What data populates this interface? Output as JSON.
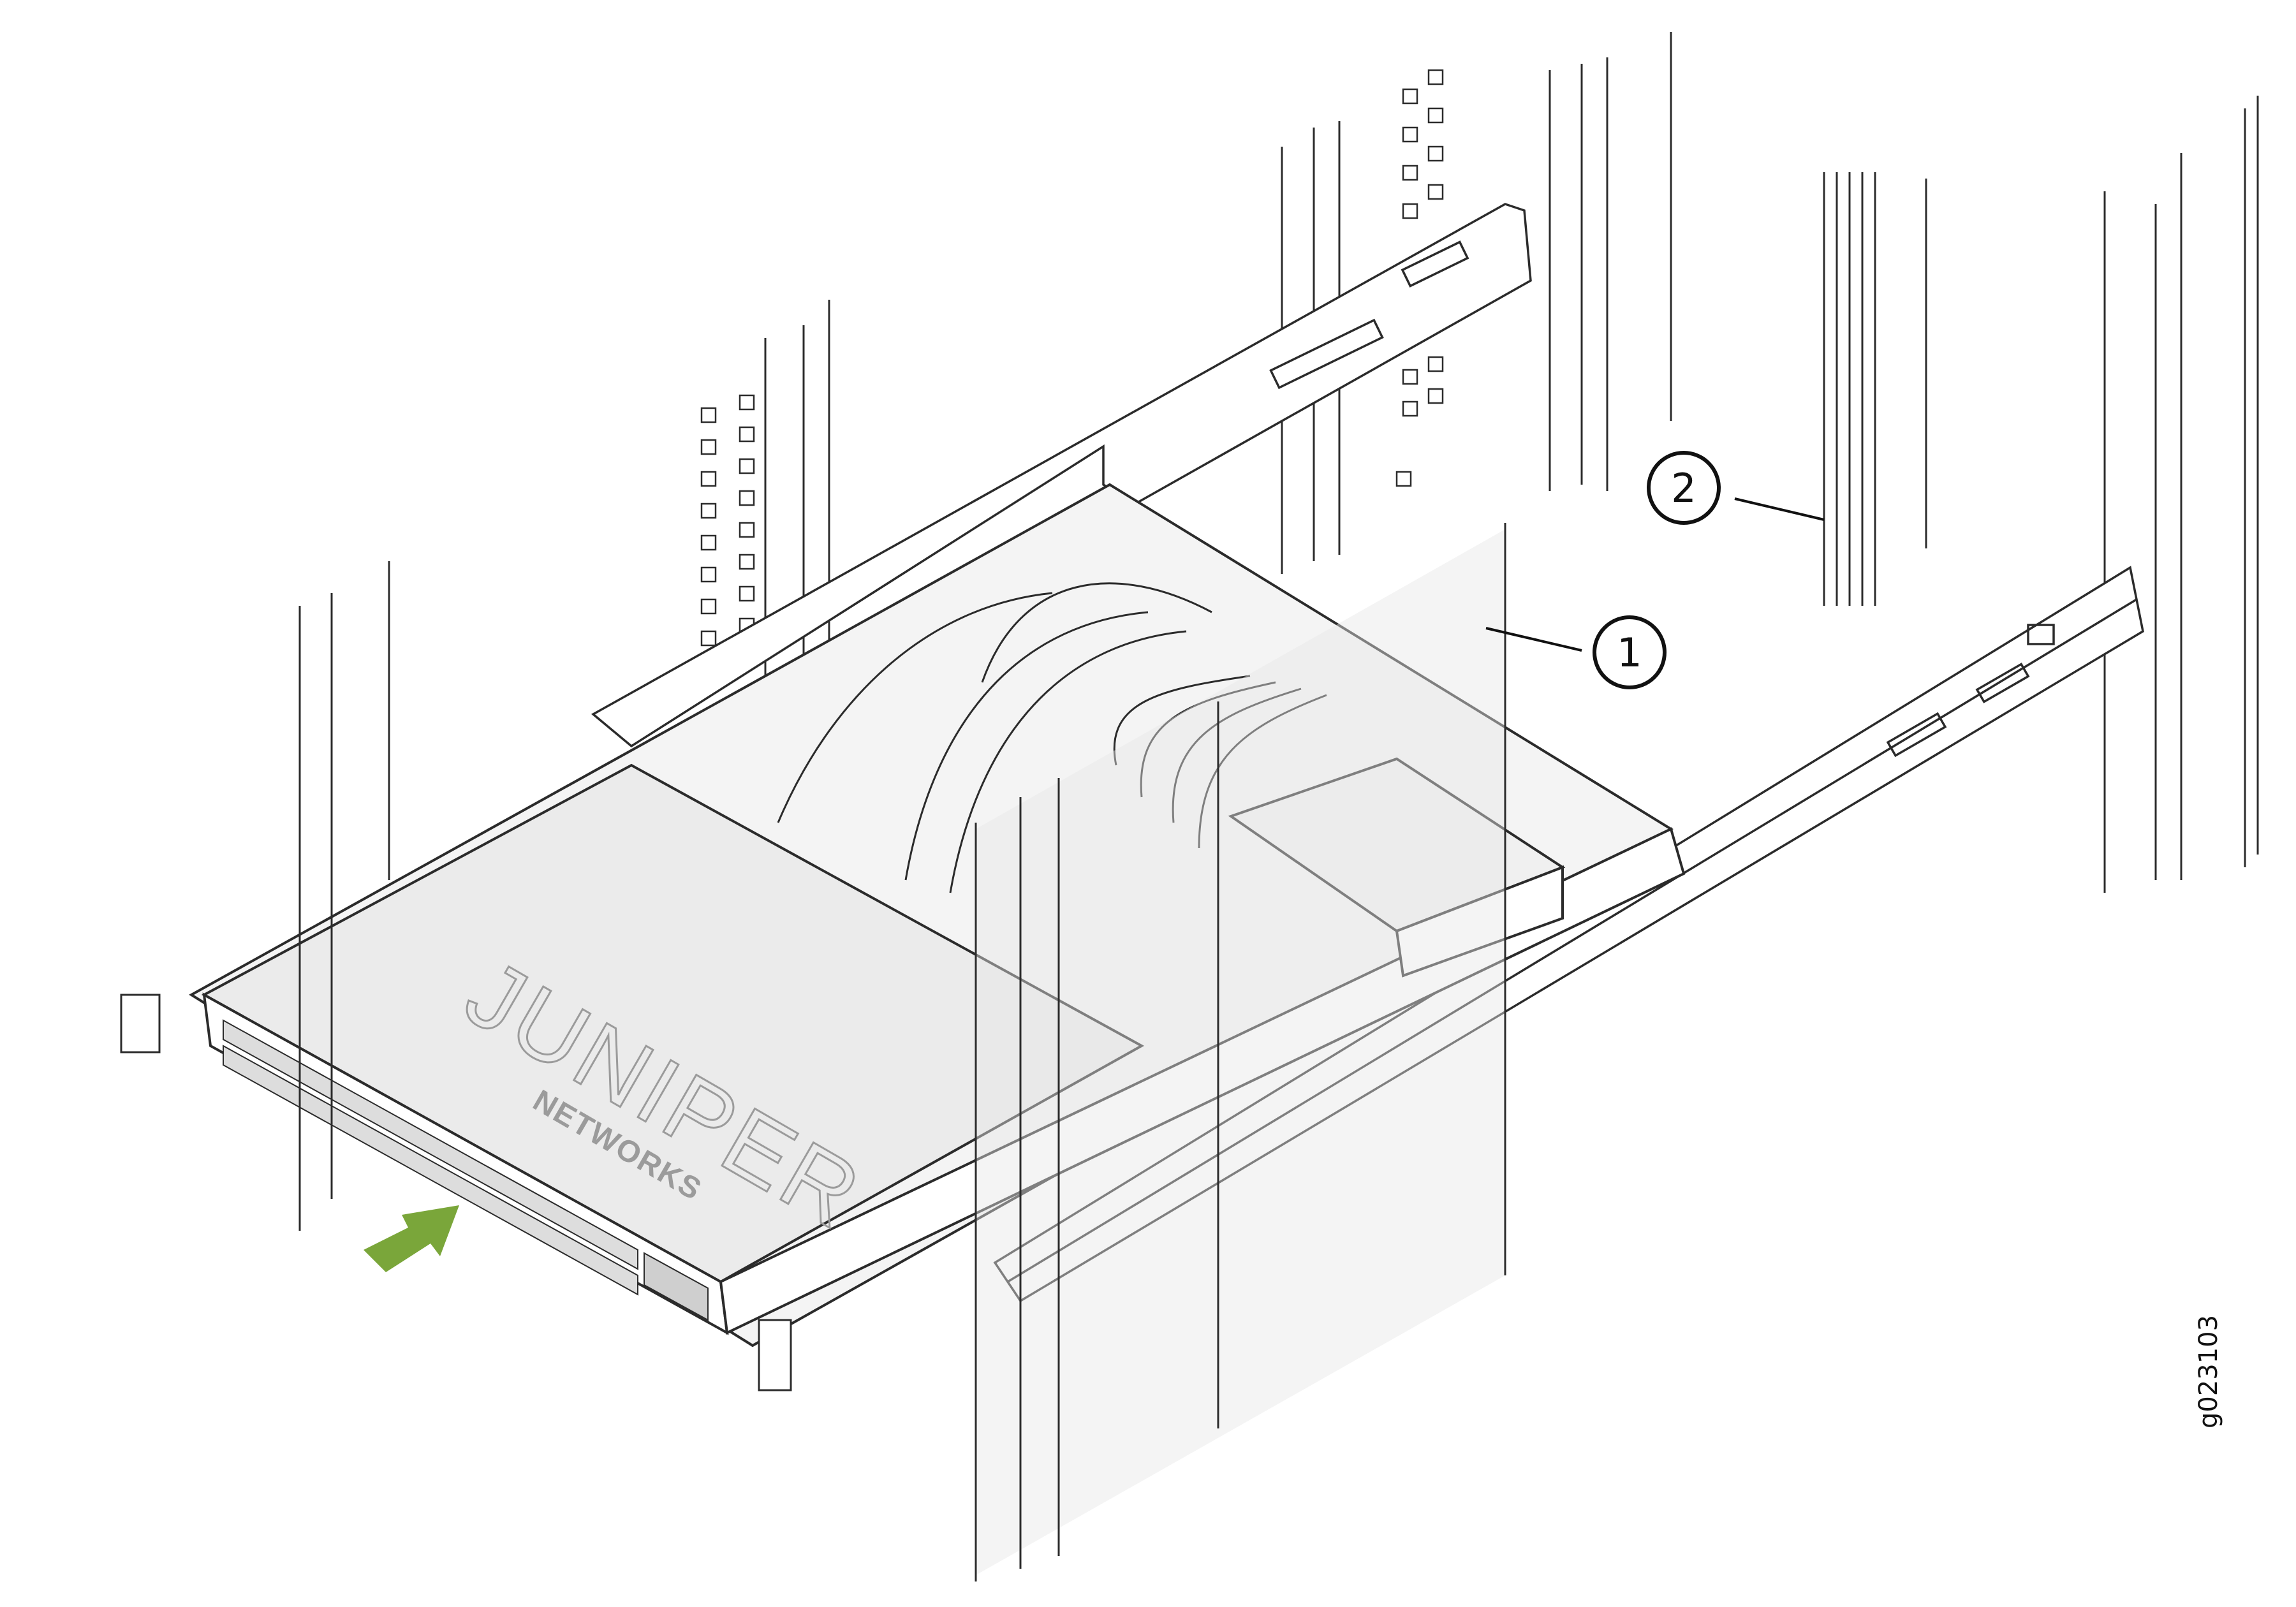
{
  "diagram": {
    "brand_logo": "JUNIPER",
    "brand_sub": "NETWORKS",
    "callouts": [
      {
        "label": "1"
      },
      {
        "label": "2"
      }
    ],
    "figure_id": "g023103",
    "colors": {
      "line": "#2b2b2b",
      "light_line": "#9a9a9a",
      "arrow": "#7aa63a",
      "shade": "#e9e9e9",
      "logo": "#9b9b9b"
    },
    "icons": [
      "insertion-arrow-icon",
      "callout-circle-icon"
    ]
  }
}
